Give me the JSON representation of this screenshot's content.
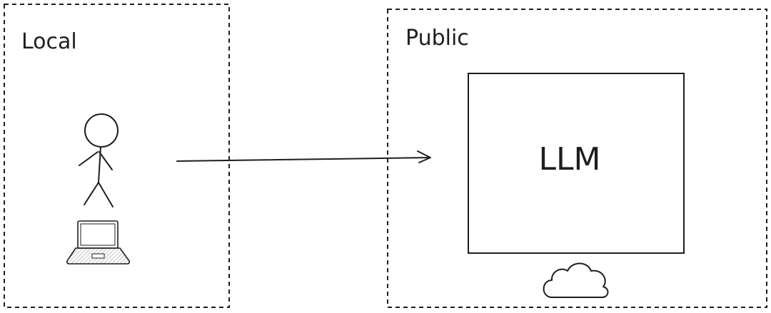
{
  "diagram": {
    "local_zone": {
      "label": "Local"
    },
    "public_zone": {
      "label": "Public"
    },
    "llm_box": {
      "label": "LLM"
    },
    "icons": [
      "stick-figure-user",
      "laptop",
      "cloud"
    ],
    "arrow": {
      "from": "user",
      "to": "llm_box"
    },
    "stroke_color": "#1e1e1e"
  }
}
